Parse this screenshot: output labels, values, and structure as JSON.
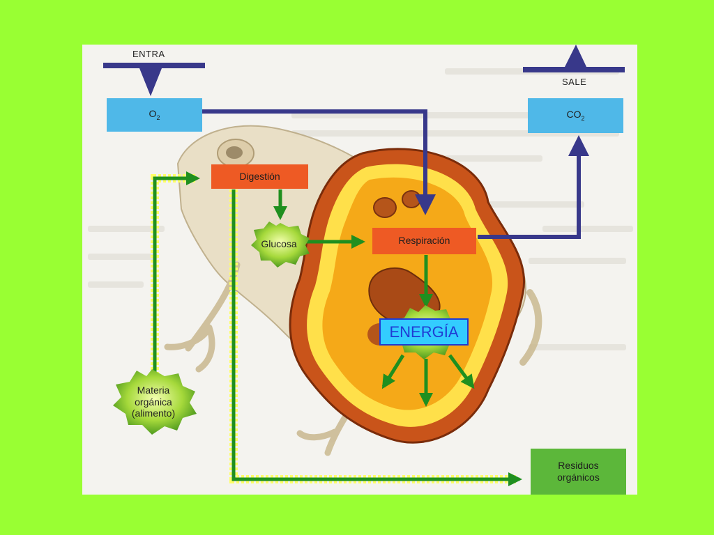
{
  "labels": {
    "entra": "ENTRA",
    "sale": "SALE",
    "o2_base": "O",
    "o2_sub": "2",
    "co2_base": "CO",
    "co2_sub": "2",
    "digestion": "Digestión",
    "glucosa": "Glucosa",
    "respiracion": "Respiración",
    "energia": "ENERGÍA",
    "materia_line1": "Materia",
    "materia_line2": "orgánica",
    "materia_line3": "(alimento)",
    "residuos_line1": "Residuos",
    "residuos_line2": "orgánicos"
  },
  "colors": {
    "page_background": "#99ff33",
    "panel_background": "#f4f3ef",
    "o2_box": "#4fb8e8",
    "co2_box": "#4fb8e8",
    "digestion_box": "#ee5a24",
    "respiracion_box": "#ee5a24",
    "residuos_box": "#5cb73a",
    "energia_box": "#33ccff",
    "energia_text": "#1f3bd3",
    "gas_arrows": "#38388a",
    "matter_arrows": "#1f8f1f",
    "matter_arrow_outline": "#ffff66",
    "cell_outer": "#c9541a",
    "cell_middle": "#ffe04a",
    "cell_inner": "#f5a918"
  },
  "icons": {
    "entry_marker": "triangle-down-icon",
    "exit_marker": "triangle-up-icon",
    "food_badge": "starburst-icon",
    "energy_badge": "starburst-icon"
  }
}
